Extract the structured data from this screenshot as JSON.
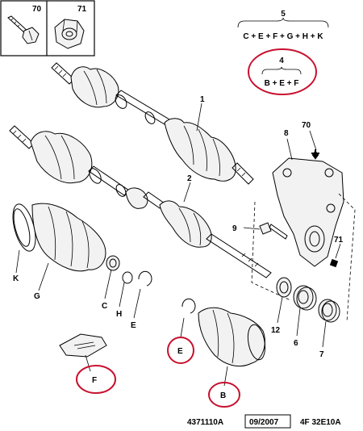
{
  "insets": [
    {
      "number": "70"
    },
    {
      "number": "71"
    }
  ],
  "kits": {
    "kit5": {
      "number": "5",
      "formula": "C + E + F + G + H + K"
    },
    "kit4": {
      "number": "4",
      "formula": "B + E + F"
    }
  },
  "labels": {
    "p1": "1",
    "p2": "2",
    "p6": "6",
    "p7": "7",
    "p8": "8",
    "p9": "9",
    "p12": "12",
    "p70": "70",
    "p71": "71",
    "K": "K",
    "G": "G",
    "C": "C",
    "H": "H",
    "E": "E",
    "E2": "E",
    "F": "F",
    "B": "B"
  },
  "footer": {
    "ref": "4371110A",
    "date": "09/2007",
    "code": "4F 32E10A"
  },
  "colors": {
    "highlight": "#c8102e",
    "line": "#000000"
  }
}
